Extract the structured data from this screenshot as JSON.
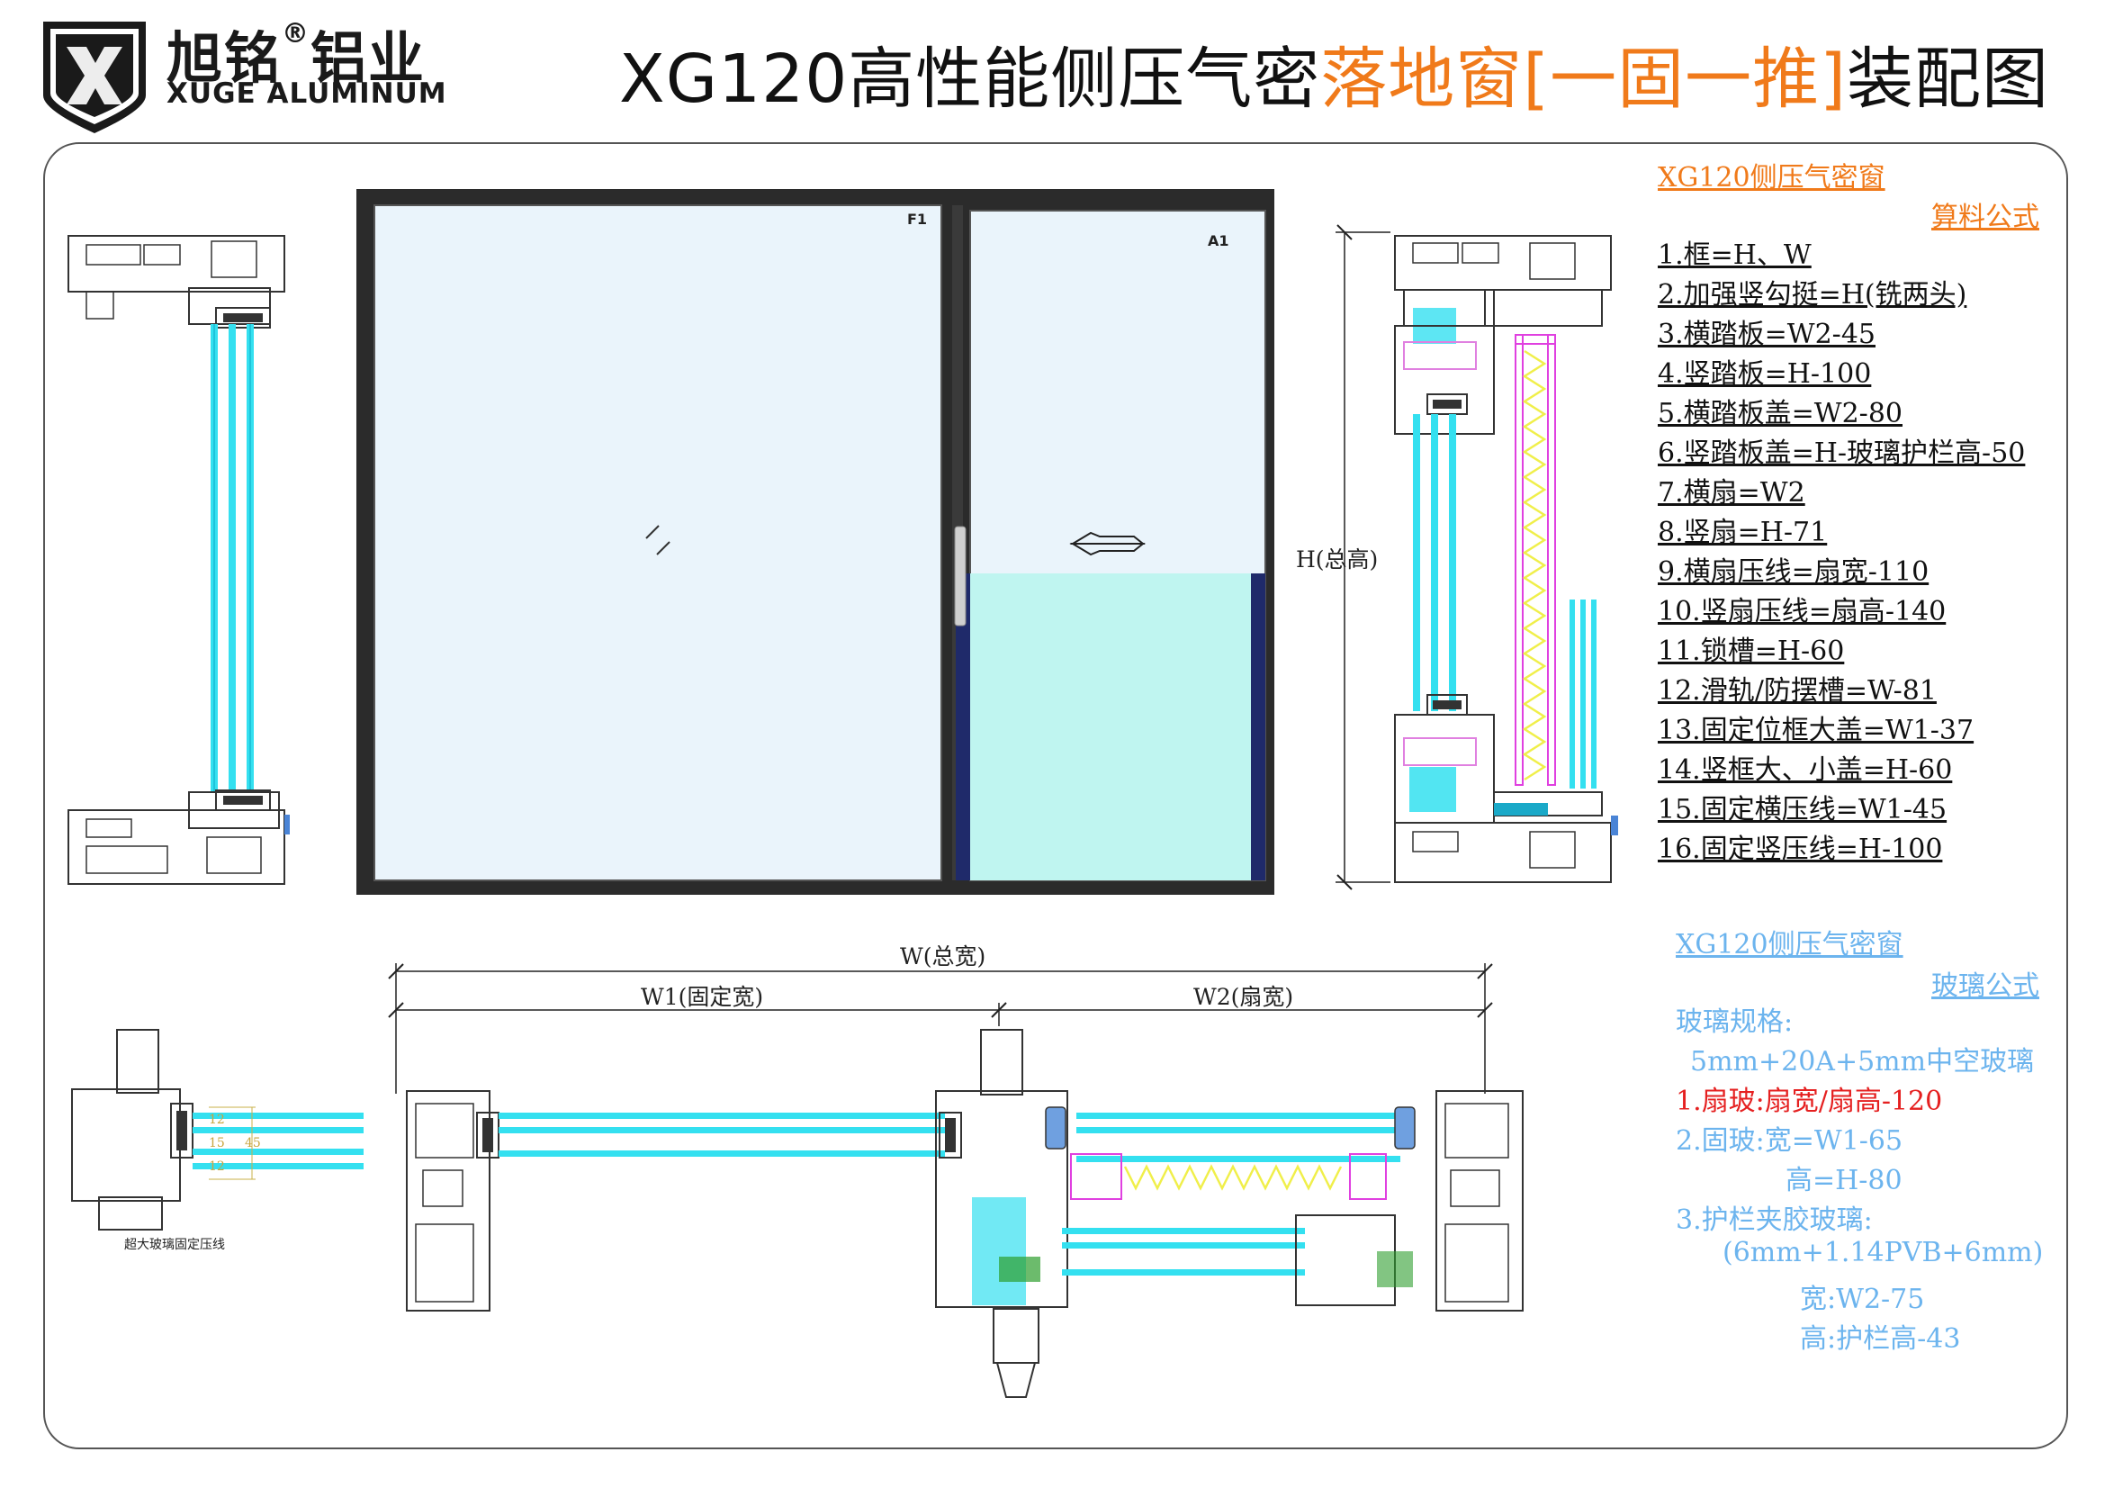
{
  "header": {
    "brand_cn_part1": "旭铭",
    "brand_reg": "®",
    "brand_cn_part2": "铝业",
    "brand_en": "XUGE ALUMINUM",
    "title_part1": "XG120高性能侧压气密",
    "title_part2": "落地窗[一固一推]",
    "title_part3": "装配图"
  },
  "colors": {
    "accent_orange": "#f07a1a",
    "frame_dark": "#2b2b2b",
    "glass_light": "#eaf4fb",
    "glass_cyan": "#bff5f0",
    "profile_cyan": "#34e0f0",
    "glass_blue_text": "#6cb4ee",
    "red_text": "#e52020",
    "mesh_yellow": "#f0ef4a",
    "mesh_magenta": "#e040e0"
  },
  "elevation": {
    "label_f1": "F1",
    "label_a1": "A1",
    "height_label": "H(总高)",
    "total_width_label": "W(总宽)",
    "fixed_width_label": "W1(固定宽)",
    "sash_width_label": "W2(扇宽)"
  },
  "section": {
    "caption": "超大玻璃固定压线",
    "dim_12a": "12",
    "dim_15": "15",
    "dim_12b": "12",
    "dim_45": "45"
  },
  "cutting": {
    "title": "XG120侧压气密窗",
    "subtitle": "算料公式",
    "items": [
      "1.框=H、W",
      "2.加强竖勾挺=H(铣两头)",
      "3.横踏板=W2-45",
      "4.竖踏板=H-100",
      "5.横踏板盖=W2-80",
      "6.竖踏板盖=H-玻璃护栏高-50",
      "7.横扇=W2",
      "8.竖扇=H-71",
      "9.横扇压线=扇宽-110",
      "10.竖扇压线=扇高-140",
      "11.锁槽=H-60",
      "12.滑轨/防摆槽=W-81",
      "13.固定位框大盖=W1-37",
      "14.竖框大、小盖=H-60",
      "15.固定横压线=W1-45",
      "16.固定竖压线=H-100"
    ]
  },
  "glass": {
    "title": "XG120侧压气密窗",
    "subtitle": "玻璃公式",
    "spec_label": "玻璃规格:",
    "spec_value": "5mm+20A+5mm中空玻璃",
    "item1": "1.扇玻:扇宽/扇高-120",
    "item2a": "2.固玻:宽=W1-65",
    "item2b": "高=H-80",
    "item3": "3.护栏夹胶玻璃:",
    "item3_spec": "(6mm+1.14PVB+6mm)",
    "item3_w": "宽:W2-75",
    "item3_h": "高:护栏高-43"
  }
}
